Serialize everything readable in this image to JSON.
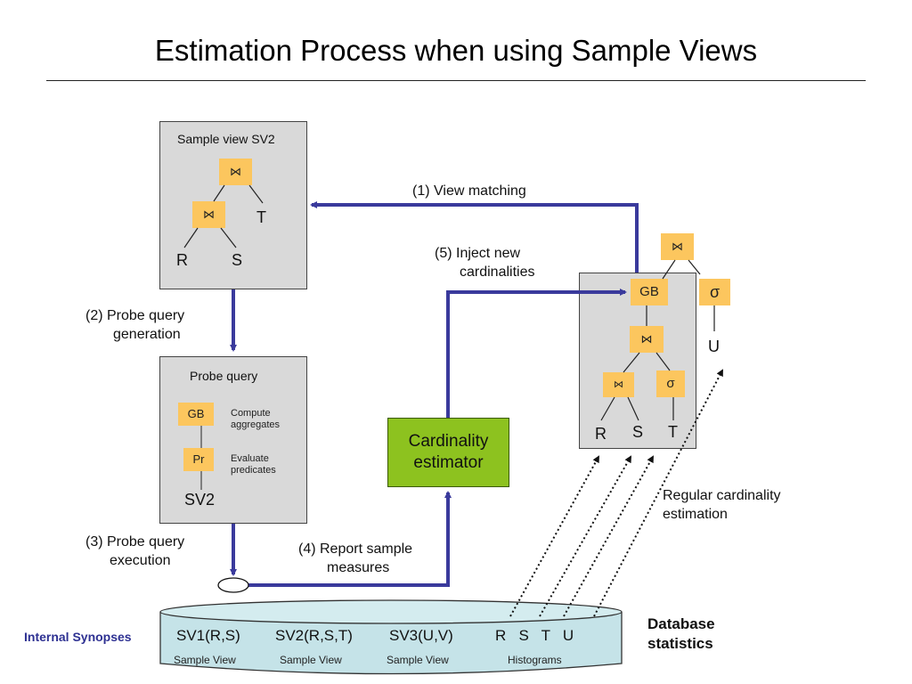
{
  "title": "Estimation Process when using Sample Views",
  "sample_view_panel": {
    "title": "Sample view SV2",
    "join_symbol": "⋈",
    "leaves": [
      "R",
      "S",
      "T"
    ]
  },
  "probe_query_panel": {
    "title": "Probe query",
    "ops": [
      {
        "label": "GB",
        "desc_line1": "Compute",
        "desc_line2": "aggregates"
      },
      {
        "label": "Pr",
        "desc_line1": "Evaluate",
        "desc_line2": "predicates"
      }
    ],
    "source": "SV2"
  },
  "query_plan": {
    "top_join": "⋈",
    "gb": "GB",
    "mid_join": "⋈",
    "low_join": "⋈",
    "sigma_t": "σ",
    "sigma_u": "σ",
    "leaves": [
      "R",
      "S",
      "T"
    ],
    "u_leaf": "U"
  },
  "estimator": {
    "line1": "Cardinality",
    "line2": "estimator"
  },
  "steps": {
    "s1": "(1) View matching",
    "s2_line1": "(2) Probe query",
    "s2_line2": "generation",
    "s3_line1": "(3) Probe query",
    "s3_line2": "execution",
    "s4_line1": "(4) Report sample",
    "s4_line2": "measures",
    "s5_line1": "(5) Inject new",
    "s5_line2": "cardinalities"
  },
  "regular": {
    "line1": "Regular cardinality",
    "line2": "estimation"
  },
  "synopses": {
    "left_label": "Internal Synopses",
    "right_label_line1": "Database",
    "right_label_line2": "statistics",
    "items": [
      {
        "name": "SV1(R,S)",
        "kind": "Sample View"
      },
      {
        "name": "SV2(R,S,T)",
        "kind": "Sample View"
      },
      {
        "name": "SV3(U,V)",
        "kind": "Sample View"
      }
    ],
    "histograms": {
      "names": "R   S   T   U",
      "kind": "Histograms"
    }
  },
  "colors": {
    "arrow": "#3a3a9c",
    "operator": "#fcc65e",
    "estimator": "#8dc21f",
    "panel": "#d9d9d9",
    "cylinder": "#c5e3e8",
    "internal_label": "#2e3192"
  }
}
